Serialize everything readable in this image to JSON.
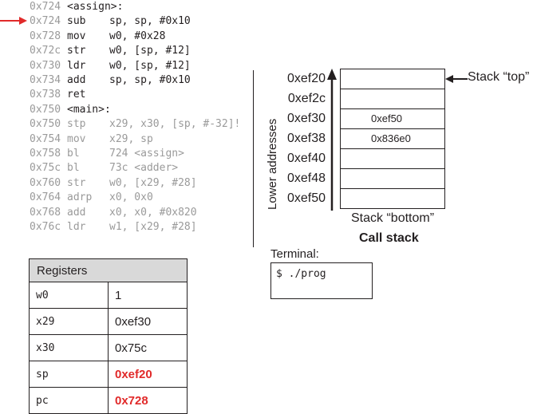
{
  "code": {
    "lines": [
      {
        "addr": "0x724",
        "label": "<assign>:",
        "mnemonic": "",
        "operands": "",
        "style": "dark"
      },
      {
        "addr": "0x724",
        "label": "",
        "mnemonic": "sub",
        "operands": "sp, sp, #0x10",
        "style": "dark"
      },
      {
        "addr": "0x728",
        "label": "",
        "mnemonic": "mov",
        "operands": "w0, #0x28",
        "style": "dark"
      },
      {
        "addr": "0x72c",
        "label": "",
        "mnemonic": "str",
        "operands": "w0, [sp, #12]",
        "style": "dark"
      },
      {
        "addr": "0x730",
        "label": "",
        "mnemonic": "ldr",
        "operands": "w0, [sp, #12]",
        "style": "dark"
      },
      {
        "addr": "0x734",
        "label": "",
        "mnemonic": "add",
        "operands": "sp, sp, #0x10",
        "style": "dark"
      },
      {
        "addr": "0x738",
        "label": "",
        "mnemonic": "ret",
        "operands": "",
        "style": "dark"
      },
      {
        "addr": "0x750",
        "label": "<main>:",
        "mnemonic": "",
        "operands": "",
        "style": "dark"
      },
      {
        "addr": "0x750",
        "label": "",
        "mnemonic": "stp",
        "operands": "x29, x30, [sp, #-32]!",
        "style": "gray"
      },
      {
        "addr": "0x754",
        "label": "",
        "mnemonic": "mov",
        "operands": "x29, sp",
        "style": "gray"
      },
      {
        "addr": "0x758",
        "label": "",
        "mnemonic": "bl",
        "operands": "724 <assign>",
        "style": "gray"
      },
      {
        "addr": "0x75c",
        "label": "",
        "mnemonic": "bl",
        "operands": "73c <adder>",
        "style": "gray"
      },
      {
        "addr": "0x760",
        "label": "",
        "mnemonic": "str",
        "operands": "w0, [x29, #28]",
        "style": "gray"
      },
      {
        "addr": "0x764",
        "label": "",
        "mnemonic": "adrp",
        "operands": "x0, 0x0",
        "style": "gray"
      },
      {
        "addr": "0x768",
        "label": "",
        "mnemonic": "add",
        "operands": "x0, x0, #0x820",
        "style": "gray"
      },
      {
        "addr": "0x76c",
        "label": "",
        "mnemonic": "ldr",
        "operands": "w1, [x29, #28]",
        "style": "gray"
      }
    ],
    "pc_arrow_color": "#e12a2a"
  },
  "registers": {
    "title": "Registers",
    "rows": [
      {
        "name": "w0",
        "value": "1",
        "highlight": false
      },
      {
        "name": "x29",
        "value": "0xef30",
        "highlight": false
      },
      {
        "name": "x30",
        "value": "0x75c",
        "highlight": false
      },
      {
        "name": "sp",
        "value": "0xef20",
        "highlight": true
      },
      {
        "name": "pc",
        "value": "0x728",
        "highlight": true
      }
    ],
    "highlight_color": "#e12a2a"
  },
  "stack": {
    "rows": [
      {
        "addr": "0xef20",
        "value": ""
      },
      {
        "addr": "0xef2c",
        "value": ""
      },
      {
        "addr": "0xef30",
        "value": "0xef50"
      },
      {
        "addr": "0xef38",
        "value": "0x836e0"
      },
      {
        "addr": "0xef40",
        "value": ""
      },
      {
        "addr": "0xef48",
        "value": ""
      },
      {
        "addr": "0xef50",
        "value": ""
      }
    ],
    "axis_label": "Lower addresses",
    "top_label": "Stack “top”",
    "bottom_label": "Stack “bottom”",
    "title": "Call stack"
  },
  "terminal": {
    "label": "Terminal:",
    "content": "$ ./prog"
  }
}
